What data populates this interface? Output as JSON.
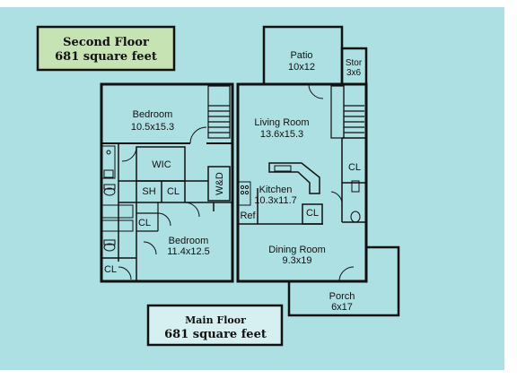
{
  "colors": {
    "background": "#ade0e3",
    "second_floor_box": "#c6e3b4",
    "main_floor_box": "#d6f0f2",
    "wall": "#111111"
  },
  "second_floor": {
    "title": "Second Floor",
    "area": "681 square feet"
  },
  "main_floor": {
    "title": "Main Floor",
    "area": "681 square feet"
  },
  "rooms": {
    "bedroom1": {
      "name": "Bedroom",
      "size": "10.5x15.3"
    },
    "bedroom2": {
      "name": "Bedroom",
      "size": "11.4x12.5"
    },
    "wic": "WIC",
    "sh": "SH",
    "cl_bath": "CL",
    "cl_hall": "CL",
    "cl_upper_bath": "CL",
    "wd": "W&D",
    "patio": {
      "name": "Patio",
      "size": "10x12"
    },
    "stor": {
      "name": "Stor",
      "size": "3x6"
    },
    "living": {
      "name": "Living Room",
      "size": "13.6x15.3"
    },
    "kitchen": {
      "name": "Kitchen",
      "size": "10.3x11.7"
    },
    "cl_kitchen": "CL",
    "cl_main": "CL",
    "ref": "Ref",
    "dining": {
      "name": "Dining Room",
      "size": "9.3x19"
    },
    "porch": {
      "name": "Porch",
      "size": "6x17"
    }
  }
}
